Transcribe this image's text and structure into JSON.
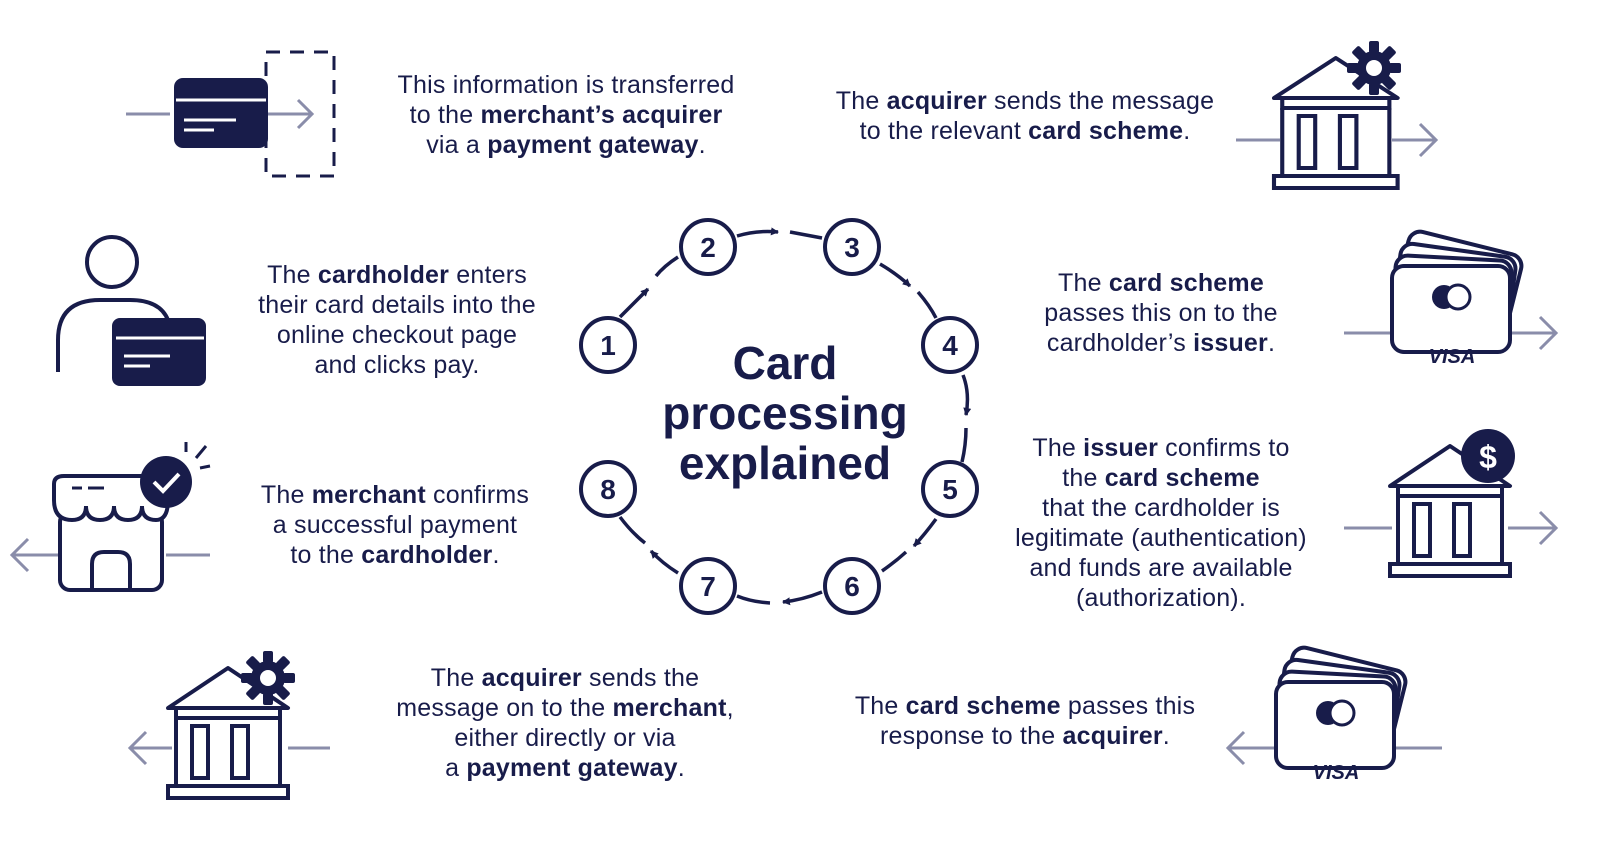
{
  "title": [
    "Card",
    "processing",
    "explained"
  ],
  "colors": {
    "navy": "#181c4a",
    "arrow_grey": "#8a8daa",
    "background": "#ffffff"
  },
  "steps": [
    {
      "number": "1",
      "icon": "cardholder-with-card-icon",
      "parts": [
        [
          "The ",
          false
        ],
        [
          "cardholder",
          true
        ],
        [
          " enters\ntheir card details into the\nonline checkout page\nand clicks pay.",
          false
        ]
      ]
    },
    {
      "number": "2",
      "icon": "card-transfer-icon",
      "parts": [
        [
          "This information is transferred\nto the ",
          false
        ],
        [
          "merchant’s acquirer",
          true
        ],
        [
          "\nvia a ",
          false
        ],
        [
          "payment gateway",
          true
        ],
        [
          ".",
          false
        ]
      ]
    },
    {
      "number": "3",
      "icon": "bank-with-gear-icon",
      "parts": [
        [
          "The ",
          false
        ],
        [
          "acquirer",
          true
        ],
        [
          " sends the message\nto the relevant ",
          false
        ],
        [
          "card scheme",
          true
        ],
        [
          ".",
          false
        ]
      ]
    },
    {
      "number": "4",
      "icon": "visa-cards-icon",
      "parts": [
        [
          "The ",
          false
        ],
        [
          "card scheme",
          true
        ],
        [
          "\npasses this on to the\ncardholder’s ",
          false
        ],
        [
          "issuer",
          true
        ],
        [
          ".",
          false
        ]
      ]
    },
    {
      "number": "5",
      "icon": "bank-with-dollar-icon",
      "parts": [
        [
          "The ",
          false
        ],
        [
          "issuer",
          true
        ],
        [
          " confirms to\nthe ",
          false
        ],
        [
          "card scheme",
          true
        ],
        [
          "\nthat the cardholder is\nlegitimate (authentication)\nand funds are available\n(authorization).",
          false
        ]
      ]
    },
    {
      "number": "6",
      "icon": "visa-cards-icon",
      "parts": [
        [
          "The ",
          false
        ],
        [
          "card scheme",
          true
        ],
        [
          " passes this\nresponse to the ",
          false
        ],
        [
          "acquirer",
          true
        ],
        [
          ".",
          false
        ]
      ]
    },
    {
      "number": "7",
      "icon": "bank-with-gear-icon",
      "parts": [
        [
          "The ",
          false
        ],
        [
          "acquirer",
          true
        ],
        [
          " sends the\nmessage on to the ",
          false
        ],
        [
          "merchant",
          true
        ],
        [
          ",\neither directly or via\na ",
          false
        ],
        [
          "payment gateway",
          true
        ],
        [
          ".",
          false
        ]
      ]
    },
    {
      "number": "8",
      "icon": "storefront-check-icon",
      "parts": [
        [
          "The ",
          false
        ],
        [
          "merchant",
          true
        ],
        [
          " confirms\na successful payment\nto the ",
          false
        ],
        [
          "cardholder",
          true
        ],
        [
          ".",
          false
        ]
      ]
    }
  ],
  "card_brand_label": "VISA",
  "dollar_symbol": "$"
}
